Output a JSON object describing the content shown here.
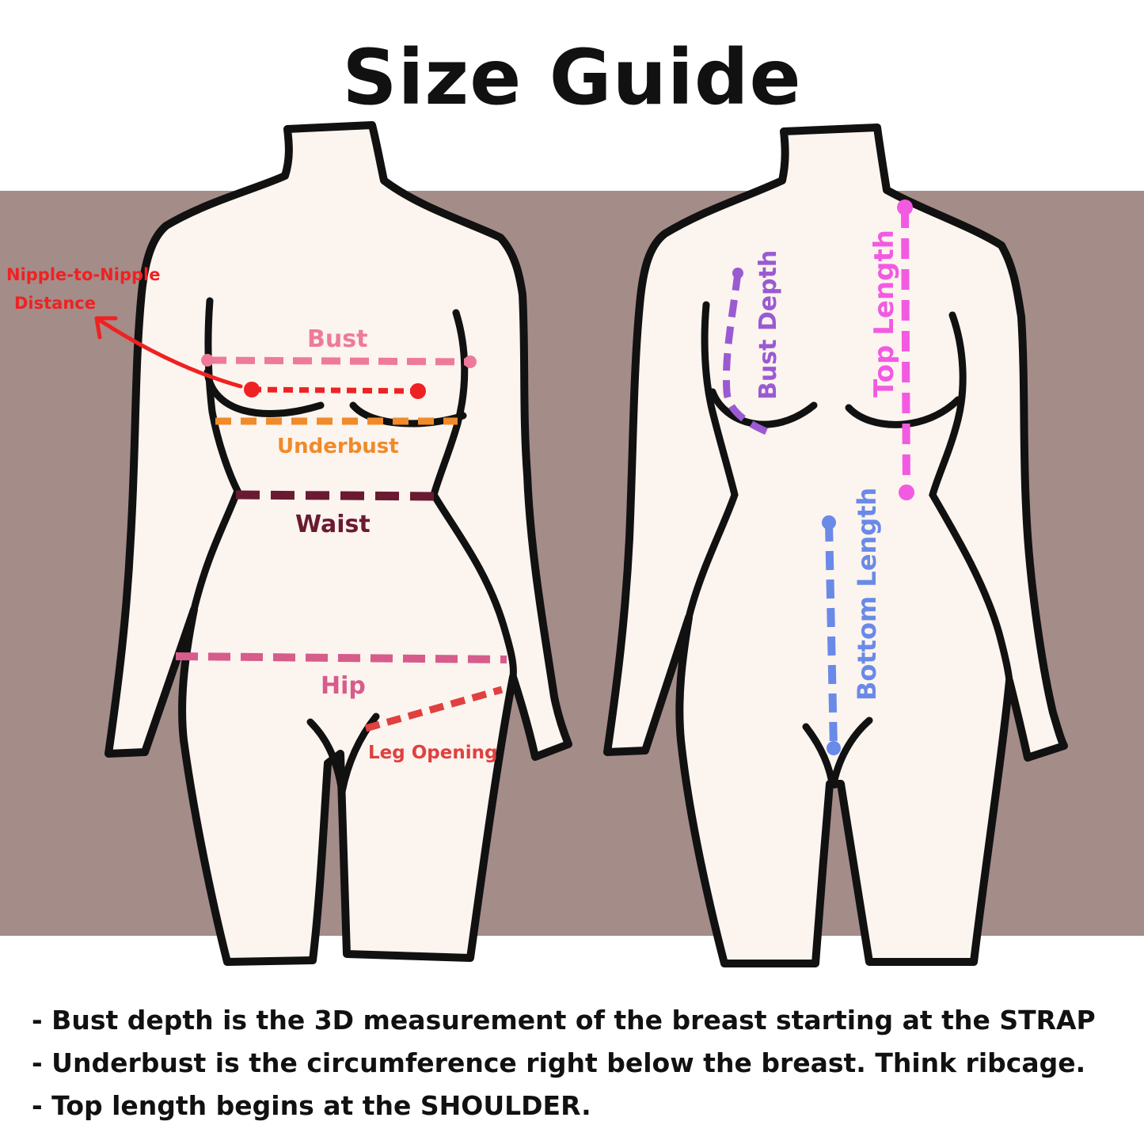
{
  "title": "Size Guide",
  "labels": {
    "nipple_line1": "Nipple-to-Nipple",
    "nipple_line2": "Distance",
    "bust": "Bust",
    "underbust": "Underbust",
    "waist": "Waist",
    "hip": "Hip",
    "leg_opening": "Leg Opening",
    "bust_depth": "Bust Depth",
    "top_length": "Top Length",
    "bottom_length": "Bottom Length"
  },
  "colors": {
    "backdrop": "#a48c89",
    "skin": "#fcf4ee",
    "outline": "#111111",
    "nipple": "#ee2222",
    "bust": "#ee7a9a",
    "underbust": "#f08a2a",
    "waist": "#6a1a32",
    "hip": "#d65c8c",
    "leg_opening": "#e04040",
    "bust_depth": "#9a5ad2",
    "top_length": "#f25ae2",
    "bottom_length": "#6a8ae8"
  },
  "notes": [
    "- Bust depth is the 3D measurement of the breast starting at the STRAP",
    "- Underbust is the circumference right below the breast. Think ribcage.",
    "- Top length begins at the SHOULDER."
  ]
}
